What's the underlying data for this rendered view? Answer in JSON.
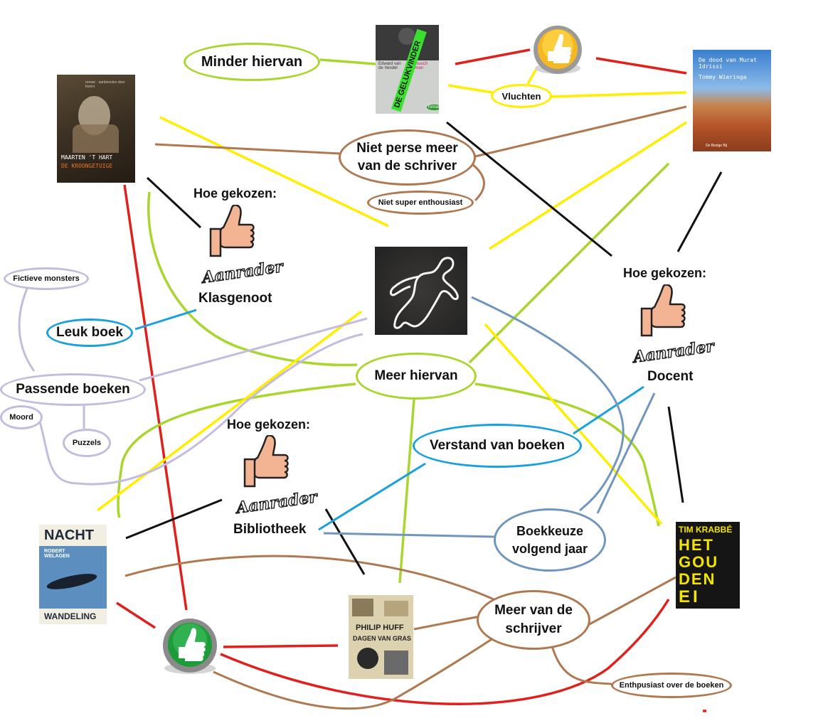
{
  "nodes": {
    "minder_hiervan": "Minder hiervan",
    "vluchten": "Vluchten",
    "niet_perse_meer_1": "Niet perse meer",
    "niet_perse_meer_2": "van de schriver",
    "niet_super_enthousiast": "Niet super enthousiast",
    "fictieve_monsters": "Fictieve monsters",
    "leuk_boek": "Leuk boek",
    "passende_boeken": "Passende boeken",
    "moord": "Moord",
    "puzzels": "Puzzels",
    "meer_hiervan": "Meer hiervan",
    "verstand_van_boeken": "Verstand van boeken",
    "boekkeuze_1": "Boekkeuze",
    "boekkeuze_2": "volgend jaar",
    "meer_van_schrijver_1": "Meer van de",
    "meer_van_schrijver_2": "schrijver",
    "enthousiast_boeken": "Enthpusiast over de boeken"
  },
  "labels": {
    "hoe_gekozen_1": "Hoe gekozen:",
    "klasgenoot": "Klasgenoot",
    "hoe_gekozen_2": "Hoe gekozen:",
    "docent": "Docent",
    "hoe_gekozen_3": "Hoe gekozen:",
    "bibliotheek": "Bibliotheek",
    "aanrader": "Aanrader"
  },
  "books": {
    "kroongetuige": {
      "author": "MAARTEN 'T HART",
      "title": "DE KROONGETUIGE",
      "blurb": "roman · aanbevolen door lezers"
    },
    "gelukvinder": {
      "author": "Edward van de Vendel",
      "title": "DE GELUKVINDER",
      "subtitle": "Anousch Elman",
      "badge": "roman"
    },
    "murat": {
      "title": "De dood van Murat Idrissi",
      "author": "Tommy Wieringa",
      "publisher": "De Bezige Bij"
    },
    "nacht": {
      "title": "NACHT",
      "author": "ROBERT WELAGEN",
      "subtitle": "WANDELING"
    },
    "dagen_van_gras": {
      "author": "PHILIP HUFF",
      "title": "DAGEN VAN GRAS"
    },
    "gouden_ei": {
      "author": "TIM KRABBÉ",
      "line1": "HET",
      "line2": "GOU",
      "line3": "DEN",
      "line4": "EI"
    }
  },
  "icons": {
    "thumb_up_gold": "thumbs-up-gold-icon",
    "thumb_up_green": "thumbs-up-green-icon",
    "chalk_outline": "chalk-body-outline-icon",
    "aanrader_thumb": "aanrader-thumb-icon"
  },
  "colors": {
    "yellow": "#ffee00",
    "lime": "#a9d62e",
    "brown": "#b07850",
    "red": "#e0201c",
    "black": "#111111",
    "blue": "#1aa0dc",
    "steel": "#7096bf",
    "lavender": "#c4bcde"
  }
}
